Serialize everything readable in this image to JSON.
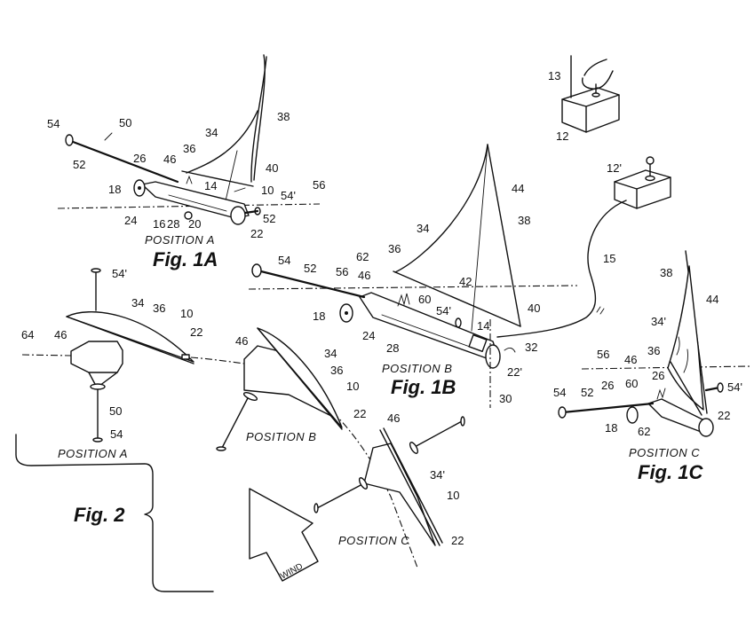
{
  "document": {
    "type": "patent-drawing-sheet",
    "subject": "remote-controlled land sailing vehicle"
  },
  "figures": {
    "fig1a": {
      "caption": "Fig. 1A",
      "position": "POSITION A"
    },
    "fig1b": {
      "caption": "Fig. 1B",
      "position": "POSITION B"
    },
    "fig1c": {
      "caption": "Fig. 1C",
      "position": "POSITION C"
    },
    "fig2": {
      "caption": "Fig. 2",
      "positions": [
        "POSITION A",
        "POSITION B",
        "POSITION C"
      ],
      "wind_label": "WIND"
    }
  },
  "labels": {
    "fig1a": {
      "n54": "54",
      "n50": "50",
      "n52": "52",
      "n26": "26",
      "n46": "46",
      "n36": "36",
      "n34": "34",
      "n38": "38",
      "n40": "40",
      "n14": "14",
      "n10": "10",
      "n18": "18",
      "n24": "24",
      "n16": "16",
      "n28": "28",
      "n20": "20",
      "n22": "22",
      "n54p": "54'",
      "n52b": "52",
      "n56": "56"
    },
    "fig1b": {
      "n54": "54",
      "n52": "52",
      "n56": "56",
      "n62": "62",
      "n46": "46",
      "n36": "36",
      "n34": "34",
      "n44": "44",
      "n38": "38",
      "n42": "42",
      "n60": "60",
      "n54p": "54'",
      "n14": "14",
      "n40": "40",
      "n18": "18",
      "n24": "24",
      "n28": "28",
      "n32": "32",
      "n22p": "22'",
      "n30": "30"
    },
    "controllers": {
      "n13": "13",
      "n12": "12",
      "n12p": "12'",
      "n15": "15"
    },
    "fig1c": {
      "n38": "38",
      "n44": "44",
      "n34p": "34'",
      "n56": "56",
      "n46": "46",
      "n36": "36",
      "n26a": "26",
      "n26b": "26",
      "n60": "60",
      "n54": "54",
      "n52": "52",
      "n54p": "54'",
      "n22": "22",
      "n18": "18",
      "n62": "62"
    },
    "fig2": {
      "a_n54p": "54'",
      "a_n34": "34",
      "a_n36": "36",
      "a_n10": "10",
      "a_n64": "64",
      "a_n46": "46",
      "a_n22": "22",
      "a_n50": "50",
      "a_n54": "54",
      "b_n46": "46",
      "b_n34": "34",
      "b_n36": "36",
      "b_n10": "10",
      "b_n22": "22",
      "c_n46": "46",
      "c_n34p": "34'",
      "c_n10": "10",
      "c_n22": "22"
    }
  }
}
